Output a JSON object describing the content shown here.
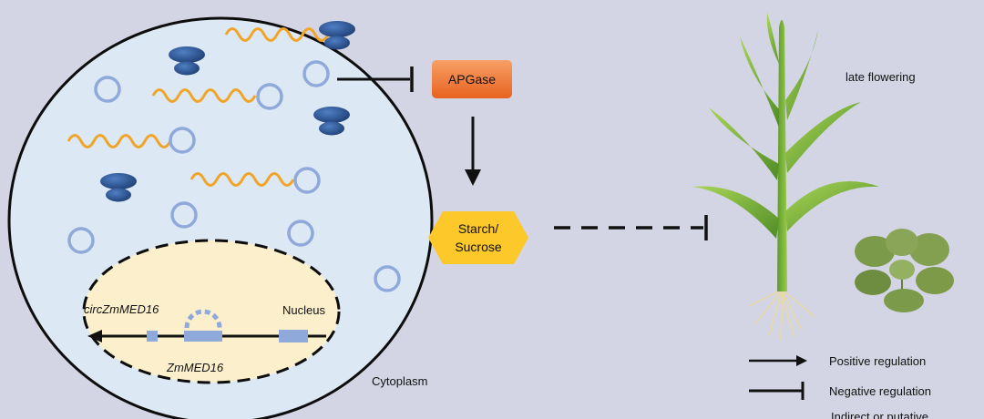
{
  "labels": {
    "apgase": "APGase",
    "starch_line1": "Starch/",
    "starch_line2": "Sucrose",
    "circ_gene": "circZmMED16",
    "nucleus": "Nucleus",
    "gene": "ZmMED16",
    "cytoplasm": "Cytoplasm",
    "late_flowering": "late flowering"
  },
  "legend": {
    "positive": "Positive regulation",
    "negative": "Negative regulation",
    "indirect": "Indirect or putative"
  },
  "colors": {
    "background": "#d3d5e4",
    "cell_fill": "#dce9f5",
    "nucleus_fill": "#fcf0cc",
    "rna_wave": "#f0a52a",
    "circle_rna": "#8fa9db",
    "ribosome": "#2e5896",
    "apgase_box": "#f07f3a",
    "starch_hexagon": "#fcc82a",
    "exon": "#8fa9db",
    "plant_leaf": "#6fa83a",
    "seedling_leaf": "#7b9a4a"
  }
}
